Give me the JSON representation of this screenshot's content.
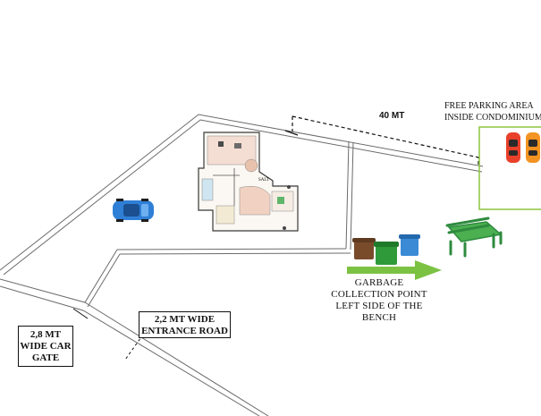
{
  "map": {
    "distance_label": "40 MT",
    "parking_label": [
      "FREE PARKING AREA",
      "INSIDE CONDOMINIUM"
    ],
    "garbage_label": [
      "GARBAGE",
      "COLLECTION POINT",
      "LEFT SIDE OF THE",
      "BENCH"
    ],
    "gate_label": [
      "2,8 MT",
      "WIDE CAR",
      "GATE"
    ],
    "road_label": [
      "2,2 MT WIDE",
      "ENTRANCE ROAD"
    ],
    "colors": {
      "arrow": "#7cc242",
      "parking_border": "#8cc63f",
      "car_blue": "#2f7fd6",
      "car_red": "#e8402a",
      "car_orange": "#f39322",
      "bench": "#2e8b3e",
      "bin_brown": "#7a4b2a",
      "bin_green": "#2f9a3a",
      "bin_blue": "#3a8ad6"
    }
  }
}
